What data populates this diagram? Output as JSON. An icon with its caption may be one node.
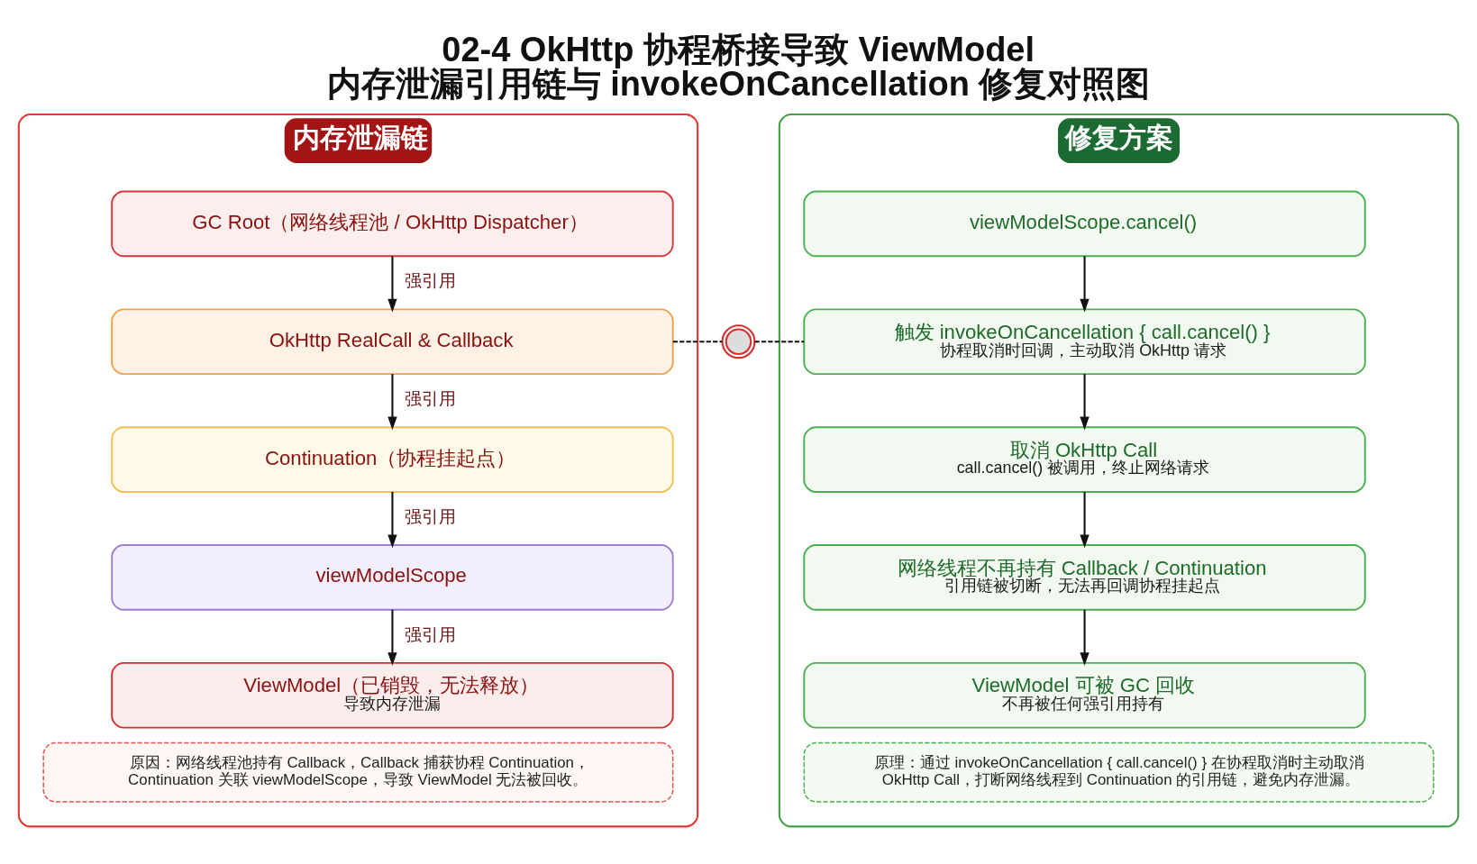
{
  "diagram": {
    "title": "02-4 OkHttp 协程桥接导致 ViewModel 内存泄漏引用链与 invokeOnCancellation 修复对照图",
    "nodes": [
      {
        "text": [
          "内存泄漏链"
        ]
      },
      {
        "text": [
          "GC Root（网络线程池 / OkHttp Dispatcher）"
        ],
        "in": 0
      },
      {
        "text": [
          "OkHttp RealCall & Callback"
        ],
        "in": 0
      },
      {
        "text": [
          "Continuation（协程挂起点）"
        ],
        "in": 0
      },
      {
        "text": [
          "viewModelScope"
        ],
        "in": 0
      },
      {
        "text": [
          "ViewModel（已销毁，无法释放）",
          "导致内存泄漏"
        ],
        "in": 0
      },
      {
        "text": [
          "原因：网络线程池持有 Callback，Callback 捕获协程 Continuation，Continuation 关联 viewModelScope，导致 ViewModel 无法被回收。"
        ],
        "in": 0
      },
      {
        "text": [
          "修复方案"
        ]
      },
      {
        "text": [
          "viewModelScope.cancel()"
        ],
        "in": 7
      },
      {
        "text": [
          "触发 invokeOnCancellation { call.cancel() }",
          "协程取消时回调，主动取消 OkHttp 请求"
        ],
        "in": 7
      },
      {
        "text": [
          "取消 OkHttp Call",
          "call.cancel() 被调用，终止网络请求"
        ],
        "in": 7
      },
      {
        "text": [
          "网络线程不再持有 Callback / Continuation",
          "引用链被切断，无法再回调协程挂起点"
        ],
        "in": 7
      },
      {
        "text": [
          "ViewModel 可被 GC 回收",
          "不再被任何强引用持有"
        ],
        "in": 7
      },
      {
        "text": [
          "原理：通过 invokeOnCancellation { call.cancel() } 在协程取消时主动取消 OkHttp Call，打断网络线程到 Continuation 的引用链，避免内存泄漏。"
        ],
        "in": 7
      },
      {
        "text": [],
        "shape": "picture"
      }
    ],
    "edges": [
      {
        "from": 1,
        "to": 2,
        "arrow": "to",
        "label": "强引用"
      },
      {
        "from": 2,
        "to": 3,
        "arrow": "to",
        "label": "强引用"
      },
      {
        "from": 3,
        "to": 4,
        "arrow": "to",
        "label": "强引用"
      },
      {
        "from": 4,
        "to": 5,
        "arrow": "to",
        "label": "强引用"
      },
      {
        "from": 8,
        "to": 9,
        "arrow": "to"
      },
      {
        "from": 9,
        "to": 10,
        "arrow": "to"
      },
      {
        "from": 10,
        "to": 11,
        "arrow": "to"
      },
      {
        "from": 11,
        "to": 12,
        "arrow": "to"
      },
      {
        "from": 2,
        "to": 14,
        "arrow": "none",
        "style": "dashed"
      },
      {
        "from": 14,
        "to": 9,
        "arrow": "none",
        "style": "dashed"
      }
    ]
  }
}
